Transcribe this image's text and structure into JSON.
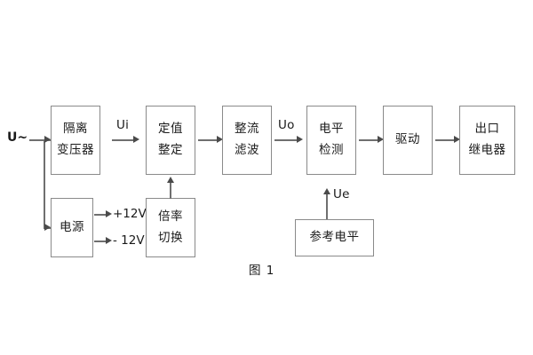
{
  "figure": {
    "caption": "图 1",
    "input_label": "U~"
  },
  "blocks": {
    "isolation_transformer": {
      "line1": "隔离",
      "line2": "变压器"
    },
    "setting_adjust": {
      "line1": "定值",
      "line2": "整定"
    },
    "rectify_filter": {
      "line1": "整流",
      "line2": "滤波"
    },
    "level_detect": {
      "line1": "电平",
      "line2": "检测"
    },
    "drive": {
      "line1": "驱动",
      "line2": ""
    },
    "output_relay": {
      "line1": "出口",
      "line2": "继电器"
    },
    "power_supply": {
      "line1": "电源",
      "line2": ""
    },
    "multiplier_switch": {
      "line1": "倍率",
      "line2": "切换"
    },
    "reference_level": {
      "line1": "参考电平",
      "line2": ""
    }
  },
  "signals": {
    "ui": "Ui",
    "uo": "Uo",
    "ue": "Ue",
    "v_pos": "+12V",
    "v_neg": "- 12V"
  },
  "colors": {
    "background": "#ffffff",
    "block_border": "#8a8a8a",
    "line": "#6f6f6f",
    "arrow": "#4a4a4a",
    "text": "#1a1a1a"
  }
}
